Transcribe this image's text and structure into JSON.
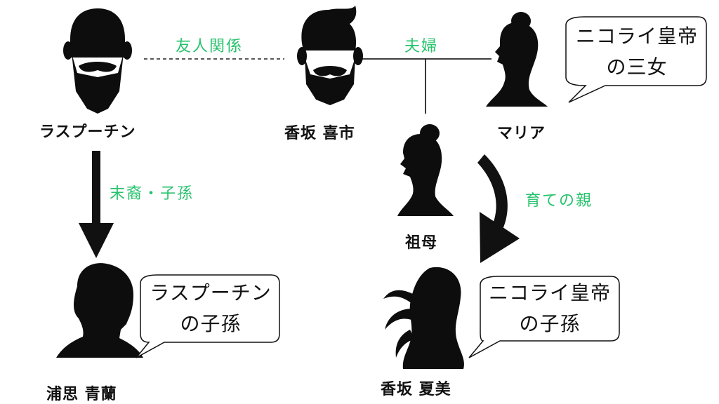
{
  "colors": {
    "accent": "#26c26c",
    "silhouette": "#0d0d0d",
    "line": "#111111"
  },
  "people": {
    "rasputin": {
      "name": "ラスプーチン",
      "icon": "bearded-man-icon"
    },
    "kosaka_kiichi": {
      "name": "香坂 喜市",
      "icon": "bearded-man-icon"
    },
    "maria": {
      "name": "マリア",
      "icon": "woman-silhouette-icon"
    },
    "grandmother": {
      "name": "祖母",
      "icon": "woman-bun-silhouette-icon"
    },
    "urashi_seiran": {
      "name": "浦思 青蘭",
      "icon": "short-hair-person-icon"
    },
    "kosaka_natsumi": {
      "name": "香坂 夏美",
      "icon": "long-hair-woman-icon"
    }
  },
  "relations": {
    "friends": "友人関係",
    "married": "夫婦",
    "descendant": "末裔・子孫",
    "foster_parent": "育ての親"
  },
  "bubbles": {
    "maria": {
      "line1": "ニコライ皇帝",
      "line2": "の三女"
    },
    "urashi": {
      "line1": "ラスプーチン",
      "line2": "の子孫"
    },
    "natsumi": {
      "line1": "ニコライ皇帝",
      "line2": "の子孫"
    }
  }
}
